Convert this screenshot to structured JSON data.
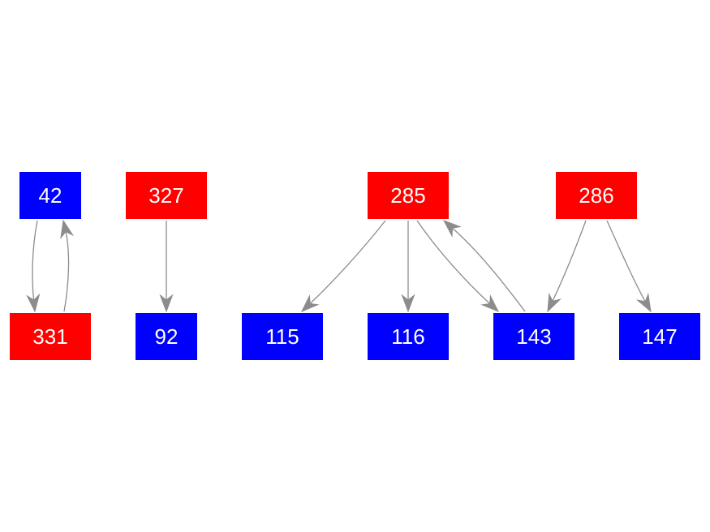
{
  "colors": {
    "red": "#ff0000",
    "blue": "#0000ff",
    "edge": "#8c8c8c",
    "label": "#ffffff"
  },
  "nodes": [
    {
      "id": "42",
      "label": "42",
      "color": "blue"
    },
    {
      "id": "327",
      "label": "327",
      "color": "red"
    },
    {
      "id": "285",
      "label": "285",
      "color": "red"
    },
    {
      "id": "286",
      "label": "286",
      "color": "red"
    },
    {
      "id": "331",
      "label": "331",
      "color": "red"
    },
    {
      "id": "92",
      "label": "92",
      "color": "blue"
    },
    {
      "id": "115",
      "label": "115",
      "color": "blue"
    },
    {
      "id": "116",
      "label": "116",
      "color": "blue"
    },
    {
      "id": "143",
      "label": "143",
      "color": "blue"
    },
    {
      "id": "147",
      "label": "147",
      "color": "blue"
    }
  ],
  "edges": [
    {
      "from": "42",
      "to": "331"
    },
    {
      "from": "331",
      "to": "42"
    },
    {
      "from": "327",
      "to": "92"
    },
    {
      "from": "285",
      "to": "115"
    },
    {
      "from": "285",
      "to": "116"
    },
    {
      "from": "285",
      "to": "143"
    },
    {
      "from": "143",
      "to": "285"
    },
    {
      "from": "286",
      "to": "143"
    },
    {
      "from": "286",
      "to": "147"
    }
  ]
}
